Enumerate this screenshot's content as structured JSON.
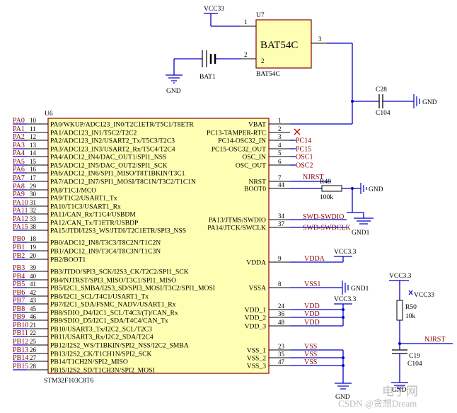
{
  "u6": {
    "designator": "U6",
    "part": "STM32F103C8T6",
    "left_pins": [
      {
        "net": "PA0",
        "num": "10",
        "name": "PA0/WKUP/ADC123_IN0/T2C1ETR/T5C1/T8ETR"
      },
      {
        "net": "PA1",
        "num": "11",
        "name": "PA1/ADC123_IN1/T5C2/T2C2"
      },
      {
        "net": "PA2",
        "num": "12",
        "name": "PA2/ADC123_IN2/USART2_Tx/T5C3/T2C3"
      },
      {
        "net": "PA3",
        "num": "13",
        "name": "PA3/ADC123_IN3/USART2_Rx/T5C4/T2C4"
      },
      {
        "net": "PA4",
        "num": "14",
        "name": "PA4/ADC12_IN4/DAC_OUT1/SPI1_NSS"
      },
      {
        "net": "PA5",
        "num": "15",
        "name": "PA5/ADC12_IN5/DAC_OUT2/SPI1_SCK"
      },
      {
        "net": "PA6",
        "num": "16",
        "name": "PA6/ADC12_IN6/SPI1_MISO/T8T1BKIN/T3C1"
      },
      {
        "net": "PA7",
        "num": "17",
        "name": "PA7/ADC12_IN7/SPI1_MOSI/T8C1N/T3C2/T1C1N"
      },
      {
        "net": "PA8",
        "num": "29",
        "name": "PA8/T1C1/MCO"
      },
      {
        "net": "PA9",
        "num": "30",
        "name": "PA9/T1C2/USART1_Tx"
      },
      {
        "net": "PA10",
        "num": "31",
        "name": "PA10/T1C3/USART1_Rx"
      },
      {
        "net": "PA11",
        "num": "32",
        "name": "PA11/CAN_Rx/T1C4/USBDM"
      },
      {
        "net": "PA12",
        "num": "33",
        "name": "PA12/CAN_Tx/T1ETR/USBDP"
      },
      {
        "net": "PA15",
        "num": "38",
        "name": "PA15/JTDI/I2S3_WS/JTDI/T2C1ETR/SPI3_NSS"
      },
      {
        "net": "PB0",
        "num": "18",
        "name": "PB0/ADC12_IN8/T3C3/T8C2N/T1C2N"
      },
      {
        "net": "PB1",
        "num": "19",
        "name": "PB1/ADC12_IN9/T3C4/T8C3N/T1C3N"
      },
      {
        "net": "PB2",
        "num": "20",
        "name": "PB2/BOOT1"
      },
      {
        "net": "PB3",
        "num": "39",
        "name": "PB3/JTDO/SPI3_SCK/I2S3_CK/T2C2/SPI1_SCK"
      },
      {
        "net": "PB4",
        "num": "40",
        "name": "PB4/NJTRST/SPI3_MISO/T3C1/SPI1_MISO"
      },
      {
        "net": "PB5",
        "num": "41",
        "name": "PB5/I2C1_SMBA/I2S3_SD/SPI3_MOSI/T3C2/SPI1_MOSI"
      },
      {
        "net": "PB6",
        "num": "42",
        "name": "PB6/I2C1_SCL/T4C1/USART1_Tx"
      },
      {
        "net": "PB7",
        "num": "43",
        "name": "PB7/I2C1_SDA/FSMC_NADV/USART1_Rx"
      },
      {
        "net": "PB8",
        "num": "45",
        "name": "PB8/SDIO_D4/I2C1_SCL/T4C3/(T)/CAN_Rx"
      },
      {
        "net": "PB9",
        "num": "46",
        "name": "PB9/SDIO_D5/I2C1_SDA/T4C4/CAN_Tx"
      },
      {
        "net": "PB10",
        "num": "21",
        "name": "PB10/USART3_Tx/I2C2_SCL/T2C3"
      },
      {
        "net": "PB11",
        "num": "22",
        "name": "PB11/USART3_Rx/I2C2_SDA/T2C4"
      },
      {
        "net": "PB12",
        "num": "25",
        "name": "PB12/I2S2_WS/T1BKIN/SPI2_NSS/I2C2_SMBA"
      },
      {
        "net": "PB13",
        "num": "26",
        "name": "PB13/I2S2_CK/T1CH1N/SPI2_SCK"
      },
      {
        "net": "PB14",
        "num": "27",
        "name": "PB14/T1CH2N/SPI2_MISO"
      },
      {
        "net": "PB15",
        "num": "28",
        "name": "PB15/I2S2_SD/T1CH3N/SPI2_MOSI"
      }
    ],
    "right_pins": [
      {
        "name": "VBAT",
        "num": "1",
        "net": ""
      },
      {
        "name": "PC13-TAMPER-RTC",
        "num": "2",
        "net": ""
      },
      {
        "name": "PC14-OSC32_IN",
        "num": "3",
        "net": "PC14"
      },
      {
        "name": "PC15-OSC32_OUT",
        "num": "4",
        "net": "PC15"
      },
      {
        "name": "OSC_IN",
        "num": "5",
        "net": "OSC1"
      },
      {
        "name": "OSC_OUT",
        "num": "6",
        "net": "OSC2"
      },
      {
        "name": "NRST",
        "num": "7",
        "net": "NJRST"
      },
      {
        "name": "BOOT0",
        "num": "44",
        "net": ""
      },
      {
        "name": "PA13/JTMS/SWDIO",
        "num": "34",
        "net": "SWD-SWDIO"
      },
      {
        "name": "PA14/JTCK/SWCLK",
        "num": "37",
        "net": "SWD-SWDCLK"
      },
      {
        "name": "VDDA",
        "num": "9",
        "net": "VDDA"
      },
      {
        "name": "VSSA",
        "num": "8",
        "net": "VSS1"
      },
      {
        "name": "VDD_1",
        "num": "24",
        "net": "VDD"
      },
      {
        "name": "VDD_2",
        "num": "36",
        "net": "VDD"
      },
      {
        "name": "VDD_3",
        "num": "48",
        "net": "VDD"
      },
      {
        "name": "VSS_1",
        "num": "23",
        "net": "VSS"
      },
      {
        "name": "VSS_2",
        "num": "35",
        "net": "VSS"
      },
      {
        "name": "VSS_3",
        "num": "47",
        "net": "VSS"
      }
    ]
  },
  "u7": {
    "designator": "U7",
    "part": "BAT54C",
    "part_label": "BAT54C",
    "pin1": "1",
    "pin2": "2",
    "pin3": "3",
    "supply": "VCC33"
  },
  "bat1": {
    "designator": "BAT1",
    "gnd": "GND"
  },
  "c28": {
    "designator": "C28",
    "value": "C104",
    "gnd": "GND"
  },
  "r48": {
    "designator": "R48",
    "value": "100k",
    "gnd": "GND"
  },
  "gnd1_boot": "GND1",
  "vdda_supply": "VCC3.3",
  "vssa_gnd": "GND1",
  "vdd_supply": "VCC3.3",
  "vss_gnd": "GND",
  "reset": {
    "supply": "VCC3.3",
    "supply2": "VCC33",
    "r50": "R50",
    "r50_value": "10k",
    "net": "NJRST",
    "c19": "C19",
    "c19_value": "C104",
    "gnd": "GND"
  },
  "watermark": {
    "logo": "电子网",
    "credit": "CSDN @贪想Dream"
  }
}
